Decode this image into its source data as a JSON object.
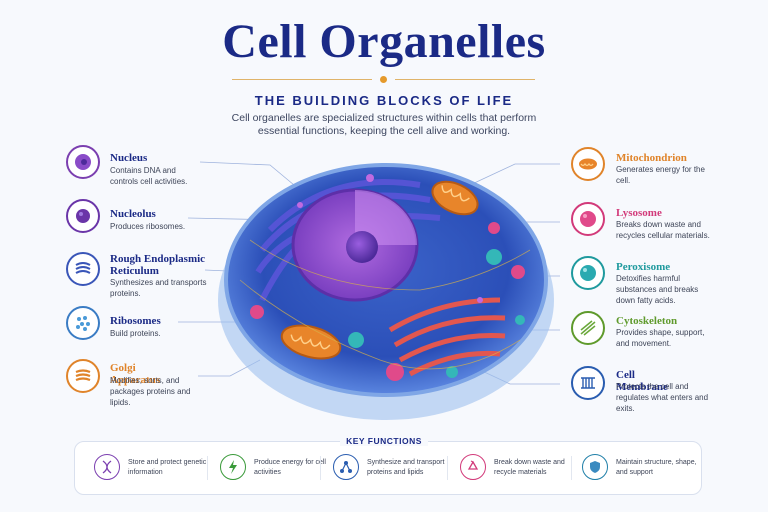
{
  "title": "Cell Organelles",
  "subtitle": "THE BUILDING BLOCKS OF LIFE",
  "intro": "Cell organelles are specialized structures within cells that perform essential functions, keeping the cell alive and working.",
  "left_items": [
    {
      "name": "Nucleus",
      "desc": "Contains DNA and controls cell activities.",
      "icon": "nucleus-icon",
      "color": "#7b3fb0"
    },
    {
      "name": "Nucleolus",
      "desc": "Produces ribosomes.",
      "icon": "nucleolus-icon",
      "color": "#6a35a8"
    },
    {
      "name": "Rough Endoplasmic Reticulum",
      "desc": "Synthesizes and transports proteins.",
      "icon": "rough-er-icon",
      "color": "#3a56b8"
    },
    {
      "name": "Ribosomes",
      "desc": "Build proteins.",
      "icon": "ribosomes-icon",
      "color": "#3a7cc4"
    },
    {
      "name": "Golgi Apparatus",
      "desc": "Modifies, sorts, and packages proteins and lipids.",
      "icon": "golgi-icon",
      "color": "#e0842a"
    }
  ],
  "right_items": [
    {
      "name": "Mitochondrion",
      "desc": "Generates energy for the cell.",
      "icon": "mitochondrion-icon",
      "color": "#e0842a"
    },
    {
      "name": "Lysosome",
      "desc": "Breaks down waste and recycles cellular materials.",
      "icon": "lysosome-icon",
      "color": "#d23a7a"
    },
    {
      "name": "Peroxisome",
      "desc": "Detoxifies harmful substances and breaks down fatty acids.",
      "icon": "peroxisome-icon",
      "color": "#1f9a9e"
    },
    {
      "name": "Cytoskeleton",
      "desc": "Provides shape, support, and movement.",
      "icon": "cytoskeleton-icon",
      "color": "#5f9a2c"
    },
    {
      "name": "Cell Membrane",
      "desc": "Protects the cell and regulates what enters and exits.",
      "icon": "cell-membrane-icon",
      "color": "#2a5db0"
    }
  ],
  "key_functions": {
    "title": "KEY FUNCTIONS",
    "items": [
      {
        "text": "Store and protect genetic information",
        "icon": "dna-icon",
        "color": "#7b3fb0"
      },
      {
        "text": "Produce energy for cell activities",
        "icon": "lightning-icon",
        "color": "#3a9a3a"
      },
      {
        "text": "Synthesize and transport proteins and lipids",
        "icon": "network-icon",
        "color": "#2a5db0"
      },
      {
        "text": "Break down waste and recycle materials",
        "icon": "recycle-icon",
        "color": "#d23a7a"
      },
      {
        "text": "Maintain structure, shape, and support",
        "icon": "shield-icon",
        "color": "#1f7fa8"
      }
    ]
  }
}
